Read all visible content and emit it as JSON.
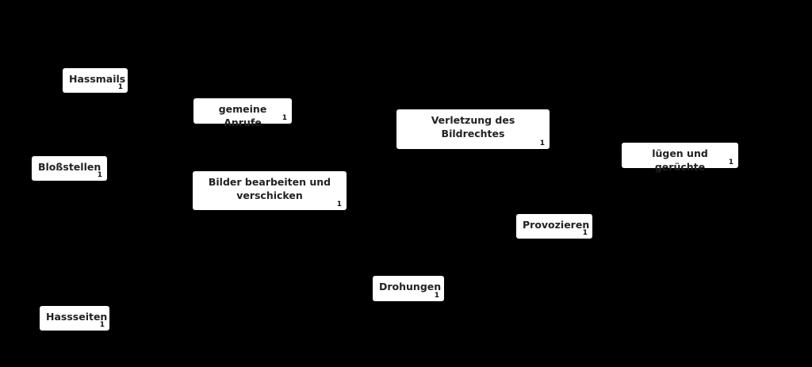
{
  "cards": [
    {
      "label": "Hassmails",
      "count": "1"
    },
    {
      "label": "gemeine Anrufe",
      "count": "1"
    },
    {
      "label": "Verletzung des Bildrechtes",
      "count": "1"
    },
    {
      "label": "lügen und gerüchte",
      "count": "1"
    },
    {
      "label": "Bloßstellen",
      "count": "1"
    },
    {
      "label": "Bilder bearbeiten und verschicken",
      "count": "1"
    },
    {
      "label": "Provozieren",
      "count": "1"
    },
    {
      "label": "Drohungen",
      "count": "1"
    },
    {
      "label": "Hassseiten",
      "count": "1"
    }
  ]
}
